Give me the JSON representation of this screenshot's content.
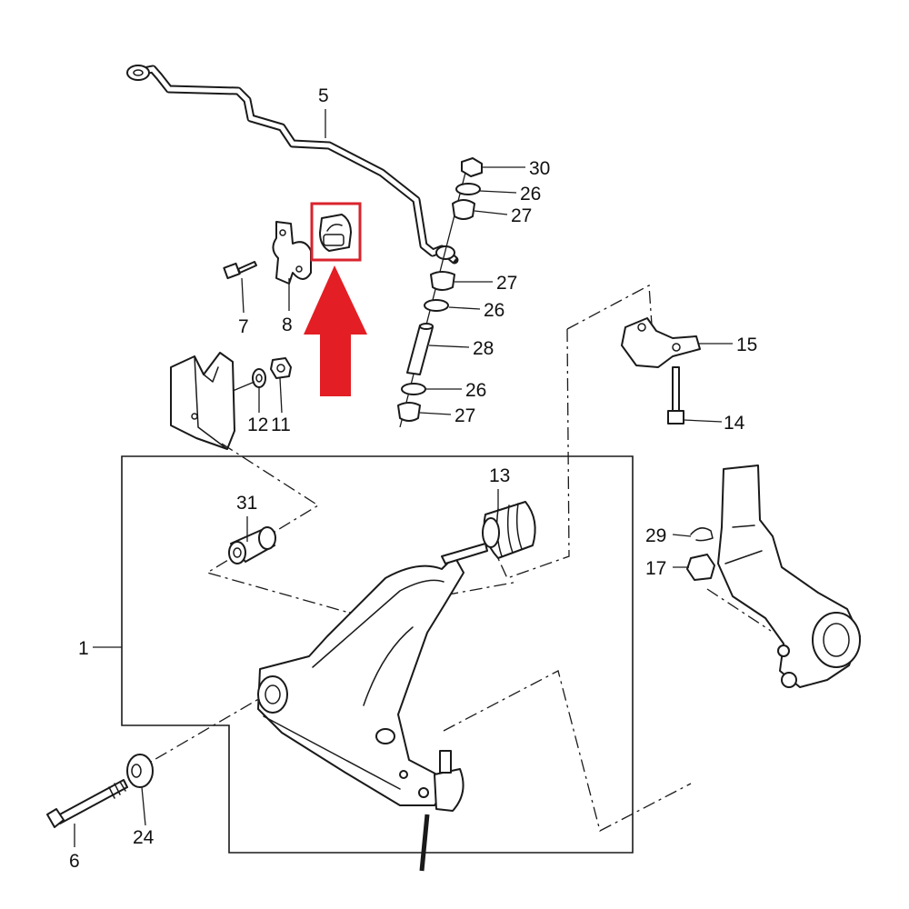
{
  "diagram": {
    "callouts": {
      "c1": "1",
      "c5": "5",
      "c6": "6",
      "c7": "7",
      "c8": "8",
      "c11": "11",
      "c12": "12",
      "c13": "13",
      "c14": "14",
      "c15": "15",
      "c17": "17",
      "c24": "24",
      "c26a": "26",
      "c26b": "26",
      "c26c": "26",
      "c27a": "27",
      "c27b": "27",
      "c27c": "27",
      "c28": "28",
      "c29": "29",
      "c30": "30",
      "c31": "31"
    },
    "highlight": {
      "box_color": "#d9232d",
      "arrow_color": "#e31e24",
      "target_part": "stabilizer-bar-bushing"
    }
  }
}
